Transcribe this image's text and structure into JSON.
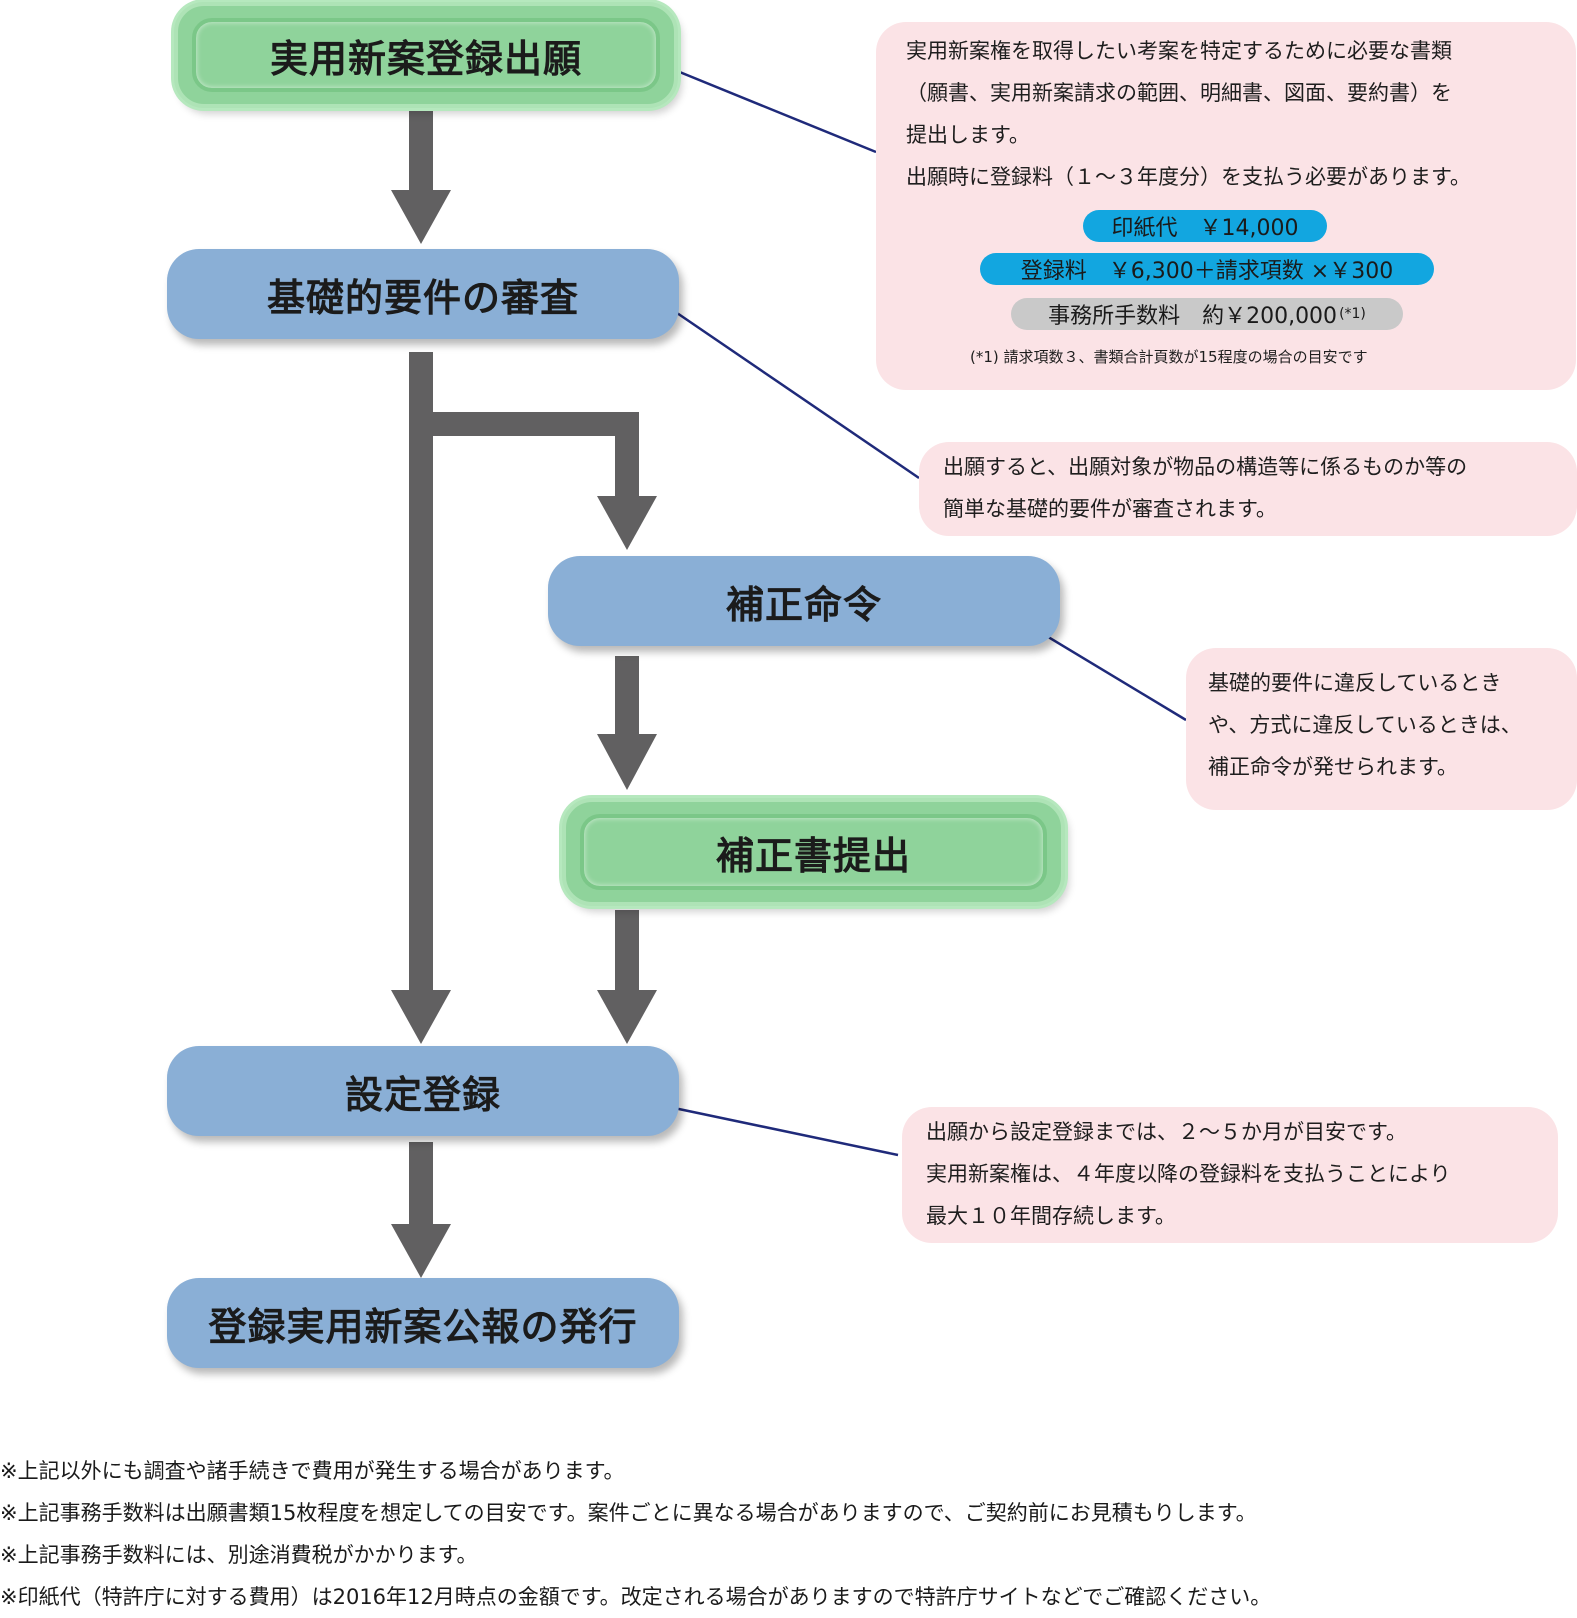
{
  "nodes": {
    "application": "実用新案登録出願",
    "basic_exam": "基礎的要件の審査",
    "correction_order": "補正命令",
    "amendment_submission": "補正書提出",
    "registration": "設定登録",
    "publication": "登録実用新案公報の発行"
  },
  "callouts": {
    "application": {
      "lines": [
        "実用新案権を取得したい考案を特定するために必要な書類",
        "（願書、実用新案請求の範囲、明細書、図面、要約書）を",
        "提出します。",
        "出願時に登録料（１～３年度分）を支払う必要があります。"
      ],
      "fees": {
        "stamp": "印紙代　￥14,000",
        "registration": "登録料　￥6,300＋請求項数 ×￥300",
        "agent": "事務所手数料　約￥200,000",
        "agent_mark": "(*1)"
      },
      "fee_note": "(*1) 請求項数３、書類合計頁数が15程度の場合の目安です"
    },
    "basic_exam": {
      "lines": [
        "出願すると、出願対象が物品の構造等に係るものか等の",
        "簡単な基礎的要件が審査されます。"
      ]
    },
    "correction_order": {
      "lines": [
        "基礎的要件に違反しているとき",
        "や、方式に違反しているときは、",
        "補正命令が発せられます。"
      ]
    },
    "registration": {
      "lines": [
        "出願から設定登録までは、２～５か月が目安です。",
        "実用新案権は、４年度以降の登録料を支払うことにより",
        "最大１０年間存続します。"
      ]
    }
  },
  "footnotes": [
    "※上記以外にも調査や諸手続きで費用が発生する場合があります。",
    "※上記事務手数料は出願書類15枚程度を想定しての目安です。案件ごとに異なる場合がありますので、ご契約前にお見積もりします。",
    "※上記事務手数料には、別途消費税がかかります。",
    "※印紙代（特許庁に対する費用）は2016年12月時点の金額です。改定される場合がありますので特許庁サイトなどでご確認ください。"
  ],
  "colors": {
    "arrow": "#616061",
    "connector": "#1f2a7a",
    "blue_node": "#8aafd6",
    "green_node": "#8fd39b",
    "callout_bg": "#fbe3e6",
    "fee_blue": "#12a6e0",
    "fee_gray": "#c9c9c9"
  }
}
